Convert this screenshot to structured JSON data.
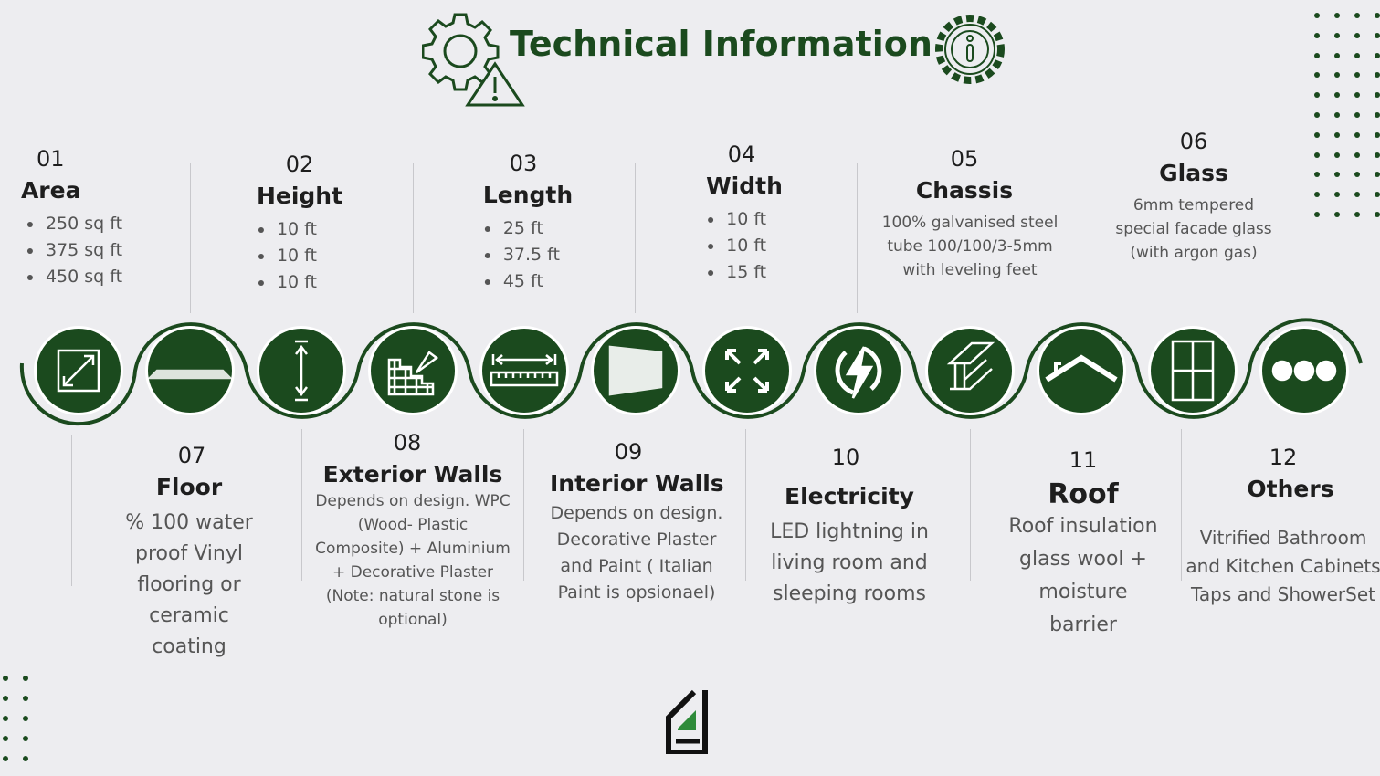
{
  "header": {
    "title": "Technical Information"
  },
  "colors": {
    "accent": "#1b4a1e",
    "background": "#ededf0",
    "logo_green": "#2e8b3a"
  },
  "top_items": [
    {
      "num": "01",
      "title": "Area",
      "bullets": [
        "250 sq ft",
        "375 sq ft",
        "450 sq ft"
      ],
      "icon": "diagonal-resize-icon"
    },
    {
      "num": "02",
      "title": "Height",
      "bullets": [
        "10 ft",
        "10 ft",
        "10 ft"
      ],
      "icon": "vertical-height-icon"
    },
    {
      "num": "03",
      "title": "Length",
      "bullets": [
        "25 ft",
        "37.5 ft",
        "45 ft"
      ],
      "icon": "ruler-icon"
    },
    {
      "num": "04",
      "title": "Width",
      "bullets": [
        "10 ft",
        "10 ft",
        "15 ft"
      ],
      "icon": "expand-icon"
    },
    {
      "num": "05",
      "title": "Chassis",
      "text": "100% galvanised steel tube 100/100/3-5mm with leveling feet",
      "icon": "steel-beam-icon"
    },
    {
      "num": "06",
      "title": "Glass",
      "text": "6mm tempered special facade glass (with argon gas)",
      "icon": "window-icon"
    }
  ],
  "bottom_items": [
    {
      "num": "07",
      "title": "Floor",
      "text": "% 100 water proof Vinyl flooring or ceramic coating",
      "icon": "floor-tiles-icon"
    },
    {
      "num": "08",
      "title": "Exterior Walls",
      "text": "Depends on design. WPC (Wood- Plastic Composite) + Aluminium + Decorative Plaster (Note: natural stone is optional)",
      "icon": "brick-wall-trowel-icon"
    },
    {
      "num": "09",
      "title": "Interior Walls",
      "text": "Depends on design. Decorative Plaster and Paint ( Italian Paint is opsionael)",
      "icon": "wall-icon"
    },
    {
      "num": "10",
      "title": "Electricity",
      "text": "LED lightning in living room and sleeping rooms",
      "icon": "lightning-icon"
    },
    {
      "num": "11",
      "title": "Roof",
      "text": "Roof insulation glass wool + moisture barrier",
      "icon": "roof-icon"
    },
    {
      "num": "12",
      "title": "Others",
      "text": "Vitrified Bathroom and Kitchen Cabinets Taps and ShowerSet",
      "icon": "more-icon"
    }
  ]
}
